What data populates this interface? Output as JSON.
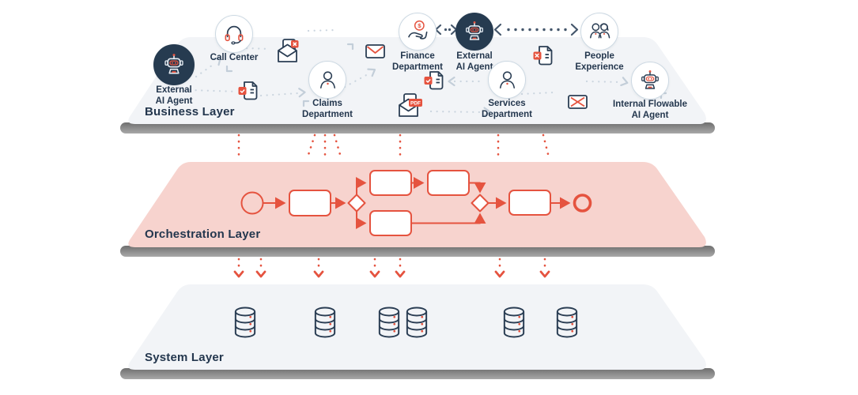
{
  "layers": [
    {
      "id": "business",
      "label": "Business Layer"
    },
    {
      "id": "orchestration",
      "label": "Orchestration Layer"
    },
    {
      "id": "system",
      "label": "System Layer"
    }
  ],
  "nodes": [
    {
      "id": "external-ai-agent-left",
      "label": "External\nAI Agent",
      "icon": "robot-icon",
      "style": "dark"
    },
    {
      "id": "call-center",
      "label": "Call Center",
      "icon": "headset-icon",
      "style": "light"
    },
    {
      "id": "claims-department",
      "label": "Claims\nDepartment",
      "icon": "person-icon",
      "style": "light"
    },
    {
      "id": "finance-department",
      "label": "Finance\nDepartment",
      "icon": "hand-coin-icon",
      "style": "light",
      "glyph": "$"
    },
    {
      "id": "external-ai-agent-top",
      "label": "External\nAI Agent",
      "icon": "robot-icon",
      "style": "dark"
    },
    {
      "id": "services-department",
      "label": "Services\nDepartment",
      "icon": "person-icon",
      "style": "light"
    },
    {
      "id": "people-experience",
      "label": "People\nExperience",
      "icon": "people-icon",
      "style": "light"
    },
    {
      "id": "internal-flowable-ai-agent",
      "label": "Internal Flowable\nAI Agent",
      "icon": "robot-icon",
      "style": "light"
    }
  ],
  "floating_icons": [
    {
      "name": "open-envelope-error-icon"
    },
    {
      "name": "document-check-icon"
    },
    {
      "name": "envelope-icon"
    },
    {
      "name": "document-lines-icon"
    },
    {
      "name": "open-envelope-pdf-icon",
      "badge": "PDF"
    },
    {
      "name": "document-error-icon"
    },
    {
      "name": "envelope-error-icon"
    }
  ],
  "process_flow": {
    "type": "bpmn",
    "elements": [
      "start-event",
      "task",
      "exclusive-gateway",
      "task",
      "task",
      "task",
      "exclusive-gateway",
      "task",
      "end-event"
    ],
    "color": "#e5533f"
  },
  "system_row": {
    "database_count": 6,
    "icon": "database-icon"
  },
  "colors": {
    "accent_red": "#e5533f",
    "navy": "#24374e",
    "layer_fill": "#f2f4f7",
    "orchestration_fill": "#f7d3ce",
    "edge_band_dark": "#6f6f6f",
    "edge_band_light": "#a8a8a8",
    "circle_border": "#cdd9e3",
    "trail_gray": "#cbd5df",
    "dark_circle": "#263b50"
  }
}
